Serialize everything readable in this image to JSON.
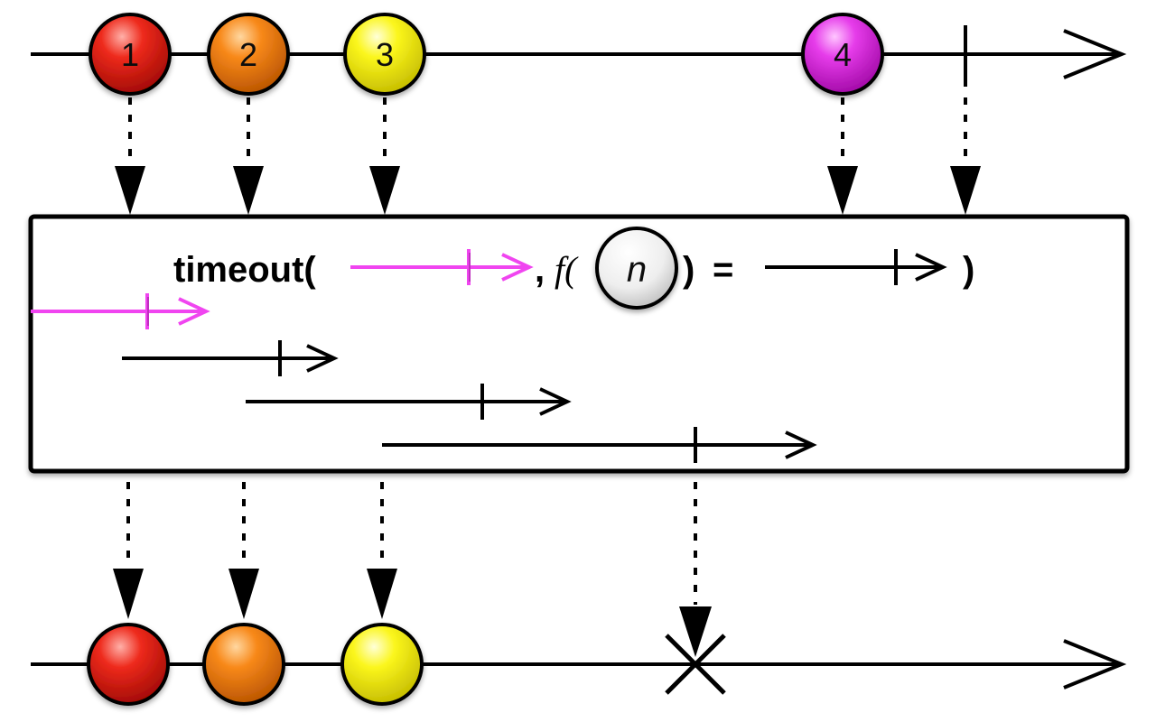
{
  "colors": {
    "marble_1": "#e8120c",
    "marble_2": "#f57f0a",
    "marble_3": "#fbf50e",
    "marble_4": "#e52ce8",
    "timer_pink": "#f045f0",
    "line": "#000000",
    "box_border": "#000000"
  },
  "source": {
    "marbles": [
      {
        "label": "1",
        "color": "marble_1"
      },
      {
        "label": "2",
        "color": "marble_2"
      },
      {
        "label": "3",
        "color": "marble_3"
      },
      {
        "label": "4",
        "color": "marble_4"
      }
    ],
    "completes": true
  },
  "operator": {
    "name": "timeout(",
    "comma": ",",
    "fn": "f(",
    "param": "n",
    "close_fn": ")",
    "equals": "=",
    "close": ")"
  },
  "output": {
    "marbles": [
      {
        "color": "marble_1"
      },
      {
        "color": "marble_2"
      },
      {
        "color": "marble_3"
      }
    ],
    "ends_with_error": true
  }
}
